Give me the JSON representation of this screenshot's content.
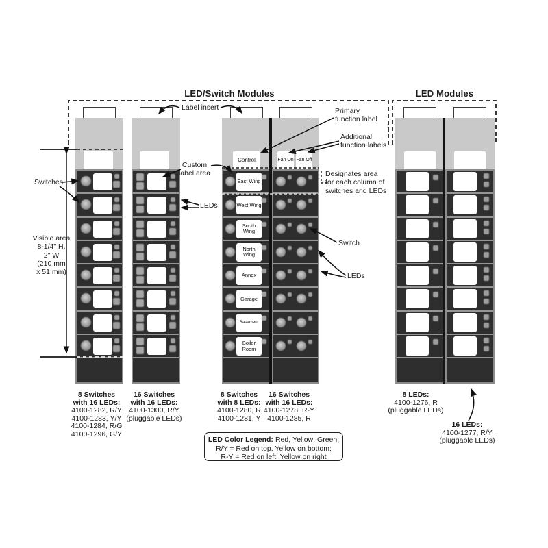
{
  "titles": {
    "led_switch_modules": "LED/Switch Modules",
    "led_modules": "LED Modules"
  },
  "annotations": {
    "label_insert": "Label insert",
    "primary_line1": "Primary",
    "primary_line2": "function label",
    "additional_line1": "Additional",
    "additional_line2": "function labels",
    "designates_line1": "Designates area",
    "designates_line2": "for each column of",
    "designates_line3": "switches and LEDs",
    "custom_line1": "Custom",
    "custom_line2": "label area",
    "switches": "Switches",
    "leds_left": "LEDs",
    "visible_line1": "Visible area",
    "visible_line2": "8-1/4\" H,",
    "visible_line3": "2\" W",
    "visible_line4": "(210 mm",
    "visible_line5": "x 51 mm)",
    "switch_right": "Switch",
    "leds_right": "LEDs"
  },
  "modules": {
    "control_label": "Control",
    "fan_on_label": "Fan On",
    "fan_off_label": "Fan Off",
    "row_labels": [
      "East Wing",
      "West Wing",
      "South Wing",
      "North Wing",
      "Annex",
      "Garage",
      "Basement",
      "Boiler Room"
    ]
  },
  "captions": {
    "c1": {
      "t1": "8 Switches",
      "t2": "with 16 LEDs:",
      "i1": "4100-1282, R/Y",
      "i2": "4100-1283, Y/Y",
      "i3": "4100-1284, R/G",
      "i4": "4100-1296, G/Y"
    },
    "c2": {
      "t1": "16 Switches",
      "t2": "with 16 LEDs:",
      "i1": "4100-1300, R/Y",
      "i2": "(pluggable LEDs)"
    },
    "c3": {
      "t1": "8 Switches",
      "t2": "with 8 LEDs:",
      "i1": "4100-1280, R",
      "i2": "4100-1281, Y"
    },
    "c4": {
      "t1": "16 Switches",
      "t2": "with 16 LEDs:",
      "i1": "4100-1278, R-Y",
      "i2": "4100-1285, R"
    },
    "c5": {
      "t1": "8 LEDs:",
      "i1": "4100-1276, R",
      "i2": "(pluggable LEDs)"
    },
    "c6": {
      "t1": "16 LEDs:",
      "i1": "4100-1277, R/Y",
      "i2": "(pluggable LEDs)"
    }
  },
  "legend": {
    "heading": "LED Color Legend:",
    "color1": "Red",
    "color2": "Yellow",
    "color3": "Green",
    "comma": ",",
    "semicolon": ";",
    "line2": "R/Y = Red on top, Yellow on bottom;",
    "line3": "R-Y = Red on left, Yellow on right"
  },
  "colors": {
    "module_body": "#2e2e2e",
    "label_insert_gray": "#c9c9c9",
    "led_gray": "#9d9d9d"
  }
}
